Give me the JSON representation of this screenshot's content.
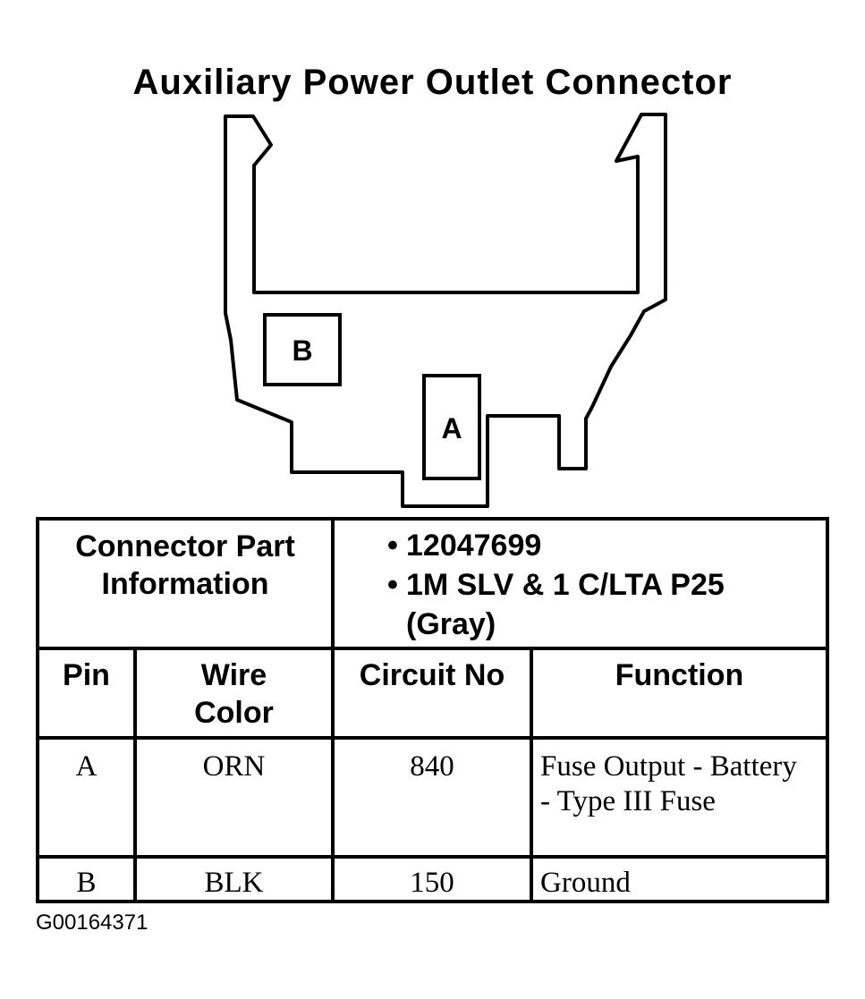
{
  "diagram": {
    "title": "Auxiliary Power Outlet Connector",
    "pins": [
      {
        "label": "A"
      },
      {
        "label": "B"
      }
    ]
  },
  "table": {
    "part_info": {
      "label": "Connector Part Information",
      "items": [
        "12047699",
        "1M SLV & 1 C/LTA P25 (Gray)"
      ]
    },
    "headers": {
      "pin": "Pin",
      "wire_color": "Wire Color",
      "circuit_no": "Circuit No",
      "function": "Function"
    },
    "rows": [
      {
        "pin": "A",
        "wire_color": "ORN",
        "circuit_no": "840",
        "function": "Fuse Output - Battery - Type III Fuse"
      },
      {
        "pin": "B",
        "wire_color": "BLK",
        "circuit_no": "150",
        "function": "Ground"
      }
    ]
  },
  "figure_id": "G00164371"
}
